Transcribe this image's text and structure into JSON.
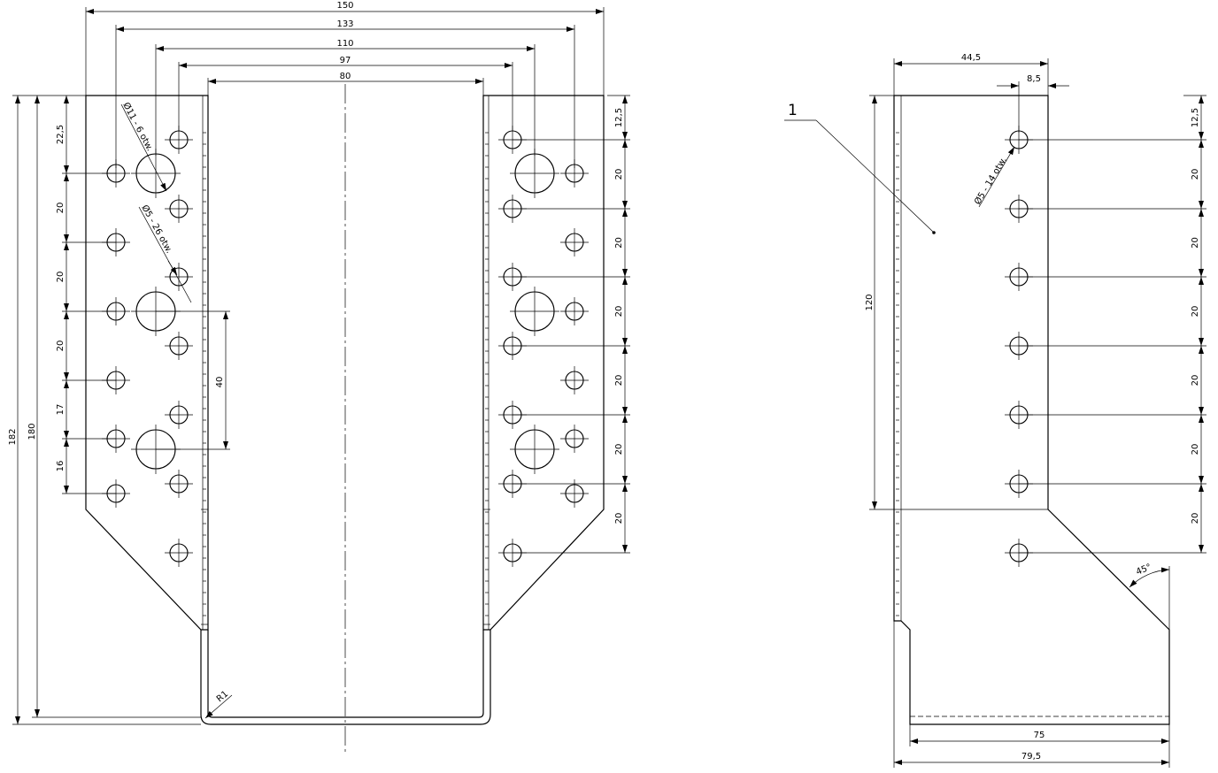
{
  "front_view": {
    "top_dims": [
      "150",
      "133",
      "110",
      "97",
      "80"
    ],
    "left_dims": [
      "22,5",
      "20",
      "20",
      "20",
      "17",
      "16"
    ],
    "height_outer": "182",
    "height_inner": "180",
    "hole_spacing": "40",
    "right_dims": [
      "12,5",
      "20",
      "20",
      "20",
      "20",
      "20",
      "20"
    ],
    "note_big_holes": "Ø11 - 6 otw.",
    "note_small_holes": "Ø5 - 26 otw.",
    "radius": "R1"
  },
  "side_view": {
    "part_label": "1",
    "dim_width_top": "44,5",
    "dim_hole_offset": "8,5",
    "dim_height": "120",
    "right_dims": [
      "12,5",
      "20",
      "20",
      "20",
      "20",
      "20",
      "20"
    ],
    "note_holes": "Ø5 - 14 otw.",
    "angle": "45°",
    "dim_bottom_inner": "75",
    "dim_bottom_outer": "79,5"
  }
}
